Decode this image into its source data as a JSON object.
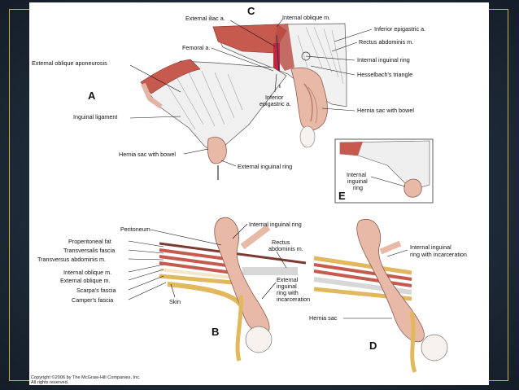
{
  "figure": {
    "panel_letters": {
      "a": "A",
      "b": "B",
      "c": "C",
      "d": "D",
      "e": "E"
    },
    "labels_c": {
      "external_iliac": "External iliac a.",
      "internal_oblique": "Internal oblique m.",
      "inferior_epigastric_top": "Inferior epigastric a.",
      "rectus": "Rectus abdominis m.",
      "femoral": "Femoral a.",
      "internal_ring": "Internal inguinal ring",
      "hesselbach": "Hesselbach's triangle",
      "inferior_epigastric_1": "Inferior",
      "inferior_epigastric_2": "epigastric a.",
      "sac_with_bowel": "Hernia sac with bowel"
    },
    "labels_a": {
      "ext_oblique_apon": "External oblique aponeurosis",
      "inguinal_ligament": "Inguinal ligament",
      "sac_with_bowel": "Hernia sac with bowel",
      "external_ring": "External inguinal ring"
    },
    "labels_e": {
      "line1": "Internal",
      "line2": "inguinal",
      "line3": "ring"
    },
    "labels_b": {
      "peritoneum": "Peritoneum",
      "properitoneal_fat": "Properitoneal fat",
      "transversalis": "Transversalis fascia",
      "transversus": "Transversus abdominis m.",
      "internal_oblique": "Internal oblique m.",
      "external_oblique": "External oblique m.",
      "scarpa": "Scarpa's fascia",
      "camper": "Camper's fascia",
      "skin": "Skin",
      "internal_ring": "Internal inguinal ring",
      "rectus_1": "Rectus",
      "rectus_2": "abdominis m.",
      "ext_ring_1": "External",
      "ext_ring_2": "inguinal",
      "ext_ring_3": "ring with",
      "ext_ring_4": "incarceration"
    },
    "labels_d": {
      "int_ring_1": "Internal inguinal",
      "int_ring_2": "ring with incarceration",
      "hernia_sac": "Hernia sac"
    },
    "copyright_1": "Copyright ©2006 by The McGraw-Hill Companies, Inc.",
    "copyright_2": "All rights reserved."
  },
  "colors": {
    "muscle": "#c65a4e",
    "muscle_dark": "#8e2d27",
    "sac": "#e7b9a6",
    "sac_dark": "#b77c6c",
    "fascia": "#e7e7e7",
    "fat": "#e1b85b"
  }
}
